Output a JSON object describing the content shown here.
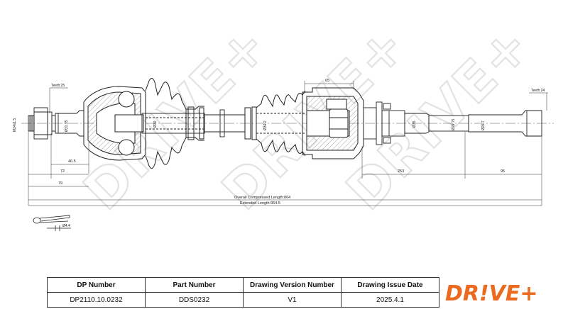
{
  "watermark": "DRIVE+",
  "labels": {
    "teeth_left": "Teeth:25",
    "teeth_right": "Teeth:24",
    "thread": "M24x1.5",
    "d_left_stub": "Ø31.35",
    "d_inner": "Ø30",
    "d_mid": "Ø34.2",
    "d_right_1": "Ø35",
    "d_right_2": "Ø29.75",
    "d_right_3": "Ø26.7",
    "pin_d": "Ø4.4"
  },
  "dimensions": {
    "d_46_5": "46.5",
    "d_72": "72",
    "d_79": "79",
    "d_65": "65",
    "d_253": "253",
    "d_95": "95",
    "compressed": "Overall Compressed Length:864",
    "extended": "Extended Length:964.5"
  },
  "title_block": {
    "headers": [
      "DP Number",
      "Part Number",
      "Drawing Version Number",
      "Drawing Issue Date"
    ],
    "values": [
      "DP2110.10.0232",
      "DDS0232",
      "V1",
      "2025.4.1"
    ]
  },
  "logo": {
    "text": "DR!VE+",
    "color": "#ea6b1f"
  }
}
